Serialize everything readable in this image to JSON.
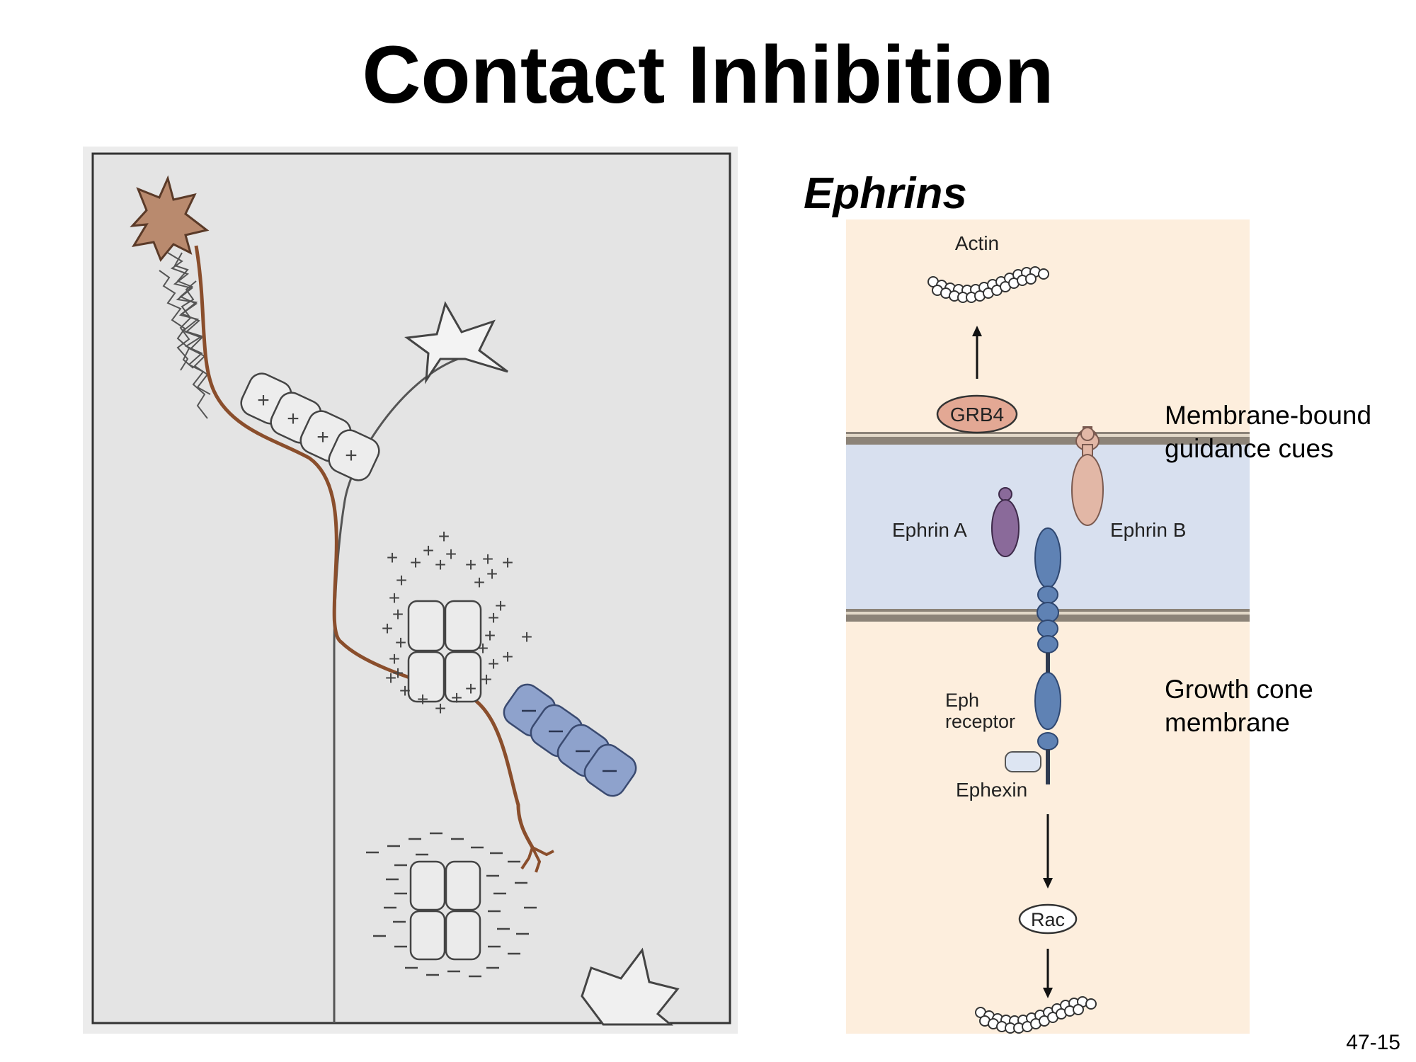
{
  "slide": {
    "title": "Contact Inhibition",
    "subtitle": "Ephrins",
    "page_number": "47-15"
  },
  "ephrin_diagram": {
    "actin_label": "Actin",
    "grb4_label": "GRB4",
    "ephrin_a_label": "Ephrin A",
    "ephrin_b_label": "Ephrin B",
    "eph_receptor_label_line1": "Eph",
    "eph_receptor_label_line2": "receptor",
    "ephexin_label": "Ephexin",
    "rac_label": "Rac",
    "membrane_bound_line1": "Membrane-bound",
    "membrane_bound_line2": "guidance cues",
    "growth_cone_line1": "Growth cone",
    "growth_cone_line2": "membrane"
  },
  "colors": {
    "axon": "#8a4e2c",
    "neuron_body": "#b98a6e",
    "blue_cells": "#8ea2cc",
    "membrane_band": "#d8e0ef",
    "cream_background": "#fdeedd",
    "ephrin_a": "#8a6a9a",
    "ephrin_b": "#e2b7a6",
    "eph_receptor": "#5f82b4",
    "grb4": "#e3a894"
  }
}
